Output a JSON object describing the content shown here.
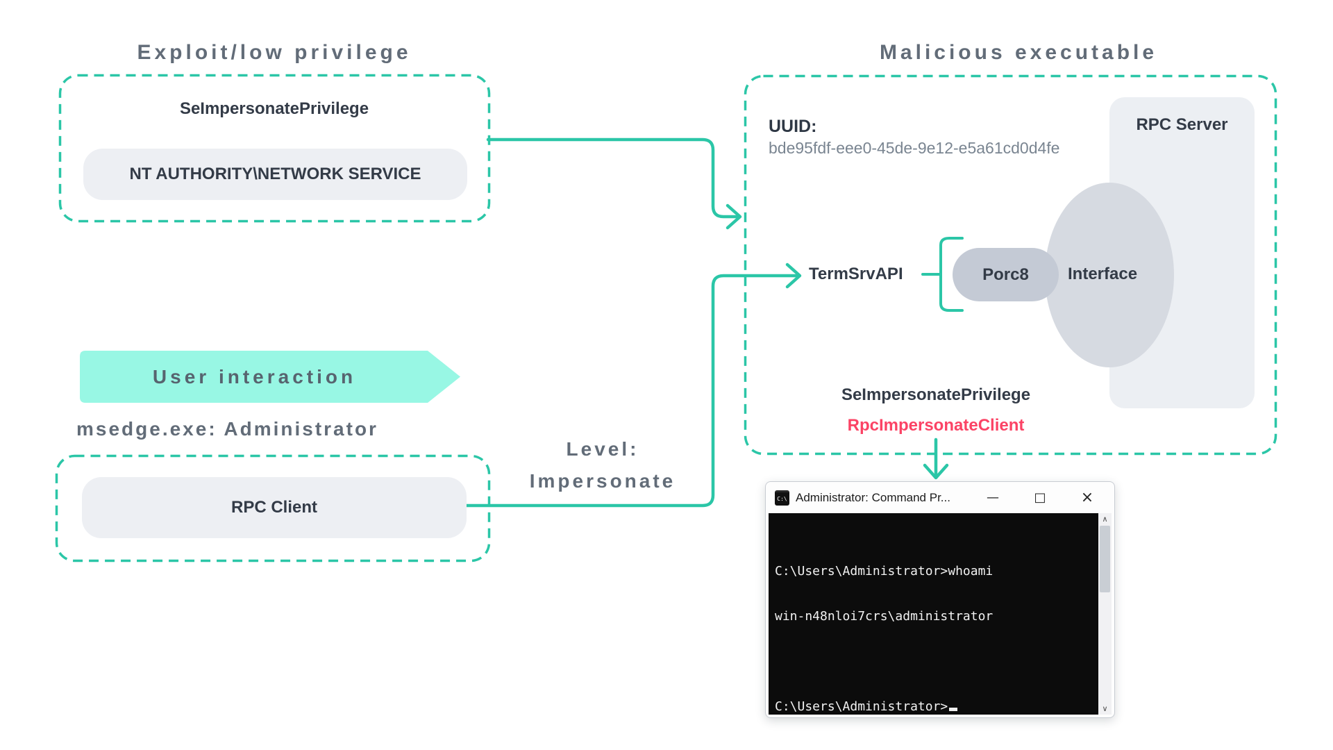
{
  "colors": {
    "teal": "#2bc6a7",
    "mint": "#98f7e4",
    "pink": "#fb4365",
    "slate_heading": "#626c78",
    "dark_text": "#333b47",
    "gray_text": "#7a8591",
    "light_pill": "#edeff3",
    "mid_pill": "#c4cad5",
    "ellipse_fill": "#d6dae1",
    "console_bg": "#0c0c0c"
  },
  "exploit_section": {
    "heading": "Exploit/low privilege",
    "privilege": "SeImpersonatePrivilege",
    "account": "NT AUTHORITY\\NETWORK SERVICE"
  },
  "malicious_section": {
    "heading": "Malicious executable",
    "uuid_label": "UUID:",
    "uuid_value": "bde95fdf-eee0-45de-9e12-e5a61cd0d4fe",
    "rpc_server": "RPC Server",
    "term_srv_api": "TermSrvAPI",
    "endpoint": "Porc8",
    "interface": "Interface",
    "privilege": "SeImpersonatePrivilege",
    "api_call": "RpcImpersonateClient"
  },
  "user_interaction": {
    "banner": "User interaction",
    "process": "msedge.exe: Administrator"
  },
  "client_section": {
    "rpc_client": "RPC Client"
  },
  "level_label": {
    "line1": "Level:",
    "line2": "Impersonate"
  },
  "cmd_window": {
    "icon_text": "C:\\",
    "title": "Administrator: Command Pr...",
    "minimize": "—",
    "maximize": "□",
    "close": "×",
    "lines": [
      "C:\\Users\\Administrator>whoami",
      "win-n48nloi7crs\\administrator",
      "",
      "C:\\Users\\Administrator>"
    ],
    "scroll_up": "∧",
    "scroll_down": "∨"
  }
}
